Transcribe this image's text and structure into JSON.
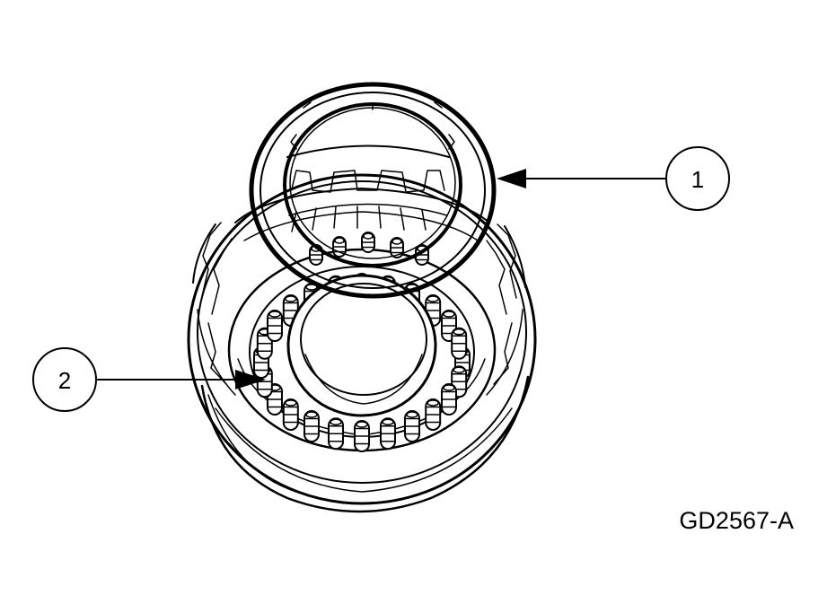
{
  "figure": {
    "figure_id": "GD2567-A",
    "callouts": [
      {
        "number": "1"
      },
      {
        "number": "2"
      }
    ],
    "colors": {
      "ink": "#000000",
      "paper": "#ffffff"
    }
  }
}
